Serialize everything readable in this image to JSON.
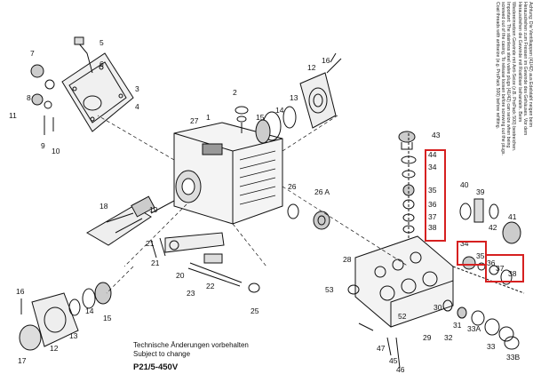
{
  "diagram": {
    "part_labels": [
      "1",
      "2",
      "3",
      "4",
      "5",
      "6",
      "7",
      "8",
      "9",
      "10",
      "11",
      "12",
      "13",
      "14",
      "15",
      "16",
      "17",
      "18",
      "19",
      "20",
      "21",
      "22",
      "23",
      "25",
      "26",
      "26 A",
      "27",
      "28",
      "29",
      "30",
      "31",
      "32",
      "33",
      "33A",
      "33B",
      "34",
      "35",
      "36",
      "37",
      "38",
      "39",
      "40",
      "41",
      "42",
      "43",
      "44",
      "45",
      "46",
      "47",
      "52",
      "53"
    ],
    "note_de": "Technische Änderungen vorbehalten",
    "note_en": "Subject to change",
    "model": "P21/5-450V",
    "side_note_lines": [
      "Achtung: Die Ventilkappen (41/42) aus Edelstahl neigen beim",
      "Herausdrehen zum Fressen im Gewinde des Gehäuses. Vor dem",
      "Herausdrehen die Gewinde mit Rostlöser behandeln. Beim",
      "Wiedereinsetzen Gewinde mit Anti-Seize (z.B. ProPack 500) bestreichen.",
      "Important: The stainless steel valve plugs (41/42) can seize when being",
      "screwed out of the casing. To release loosen before screwing out the plugs.",
      "Coat threads with antiseize (e.g. ProPack 500) before refitting."
    ],
    "highlight_color": "#d62020",
    "line_color": "#111111"
  }
}
